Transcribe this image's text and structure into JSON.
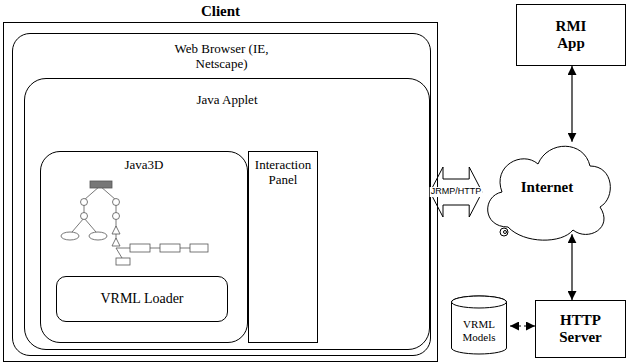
{
  "diagram": {
    "nodes": [
      {
        "text": [
          "Client"
        ]
      },
      {
        "text": [
          "Web Browser (IE, Netscape)"
        ],
        "in": 0
      },
      {
        "text": [
          "Java Applet"
        ],
        "in": 1
      },
      {
        "text": [
          "Java3D"
        ],
        "in": 2
      },
      {
        "text": [
          "VRML Loader"
        ],
        "in": 3
      },
      {
        "text": [
          "Interaction Panel"
        ],
        "in": 2
      },
      {
        "text": [
          "RMI App"
        ]
      },
      {
        "text": [
          "Internet"
        ]
      },
      {
        "text": [
          "VRML Models"
        ]
      },
      {
        "text": [
          "HTTP Server"
        ]
      }
    ],
    "edges": [
      {
        "from": 2,
        "to": 7,
        "label": "JRMP/HTTP",
        "arrow": "both"
      },
      {
        "from": 6,
        "to": 7,
        "arrow": "both"
      },
      {
        "from": 7,
        "to": 9,
        "arrow": "both"
      },
      {
        "from": 8,
        "to": 9,
        "arrow": "both"
      }
    ]
  }
}
